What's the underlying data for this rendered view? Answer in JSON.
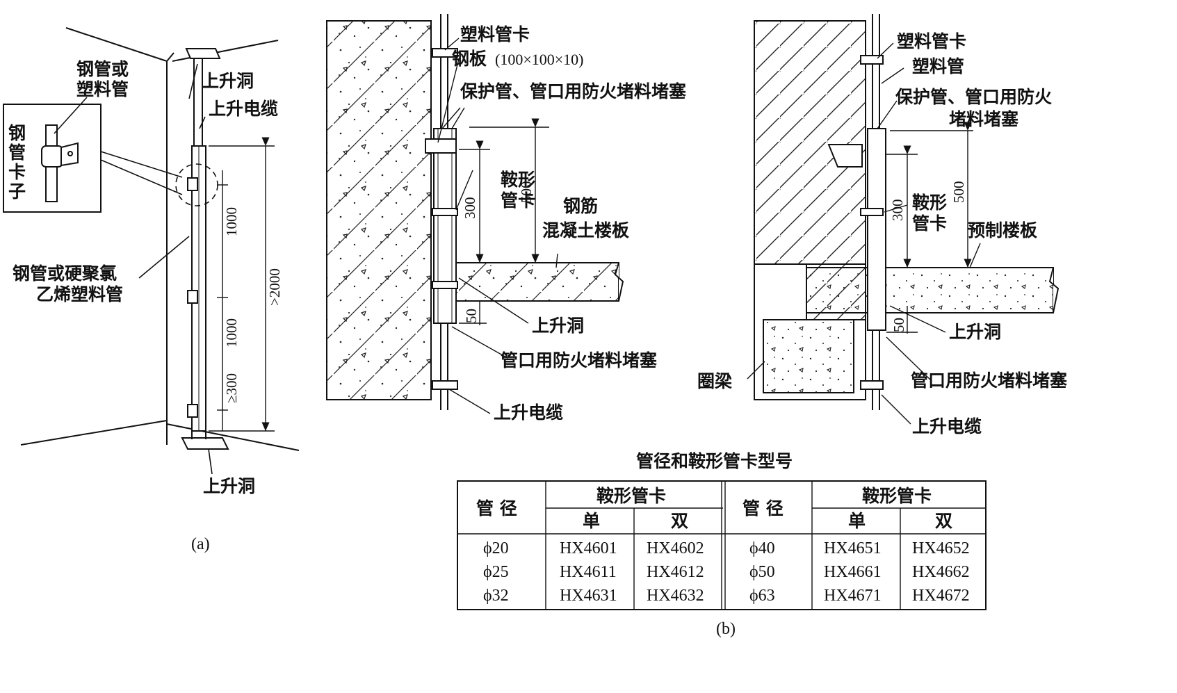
{
  "figure_a": {
    "hole_top": "上升洞",
    "cable_top": "上升电缆",
    "steel_or_plastic": "钢管或\n塑料管",
    "clamp_vertical": "钢\n管\n卡\n子",
    "pipe_label": "钢管或硬聚氯\n乙烯塑料管",
    "dim_1000_top": "1000",
    "dim_1000_bottom": "1000",
    "dim_300": "≥300",
    "dim_2000": ">2000",
    "hole_bottom": "上升洞",
    "caption": "(a)"
  },
  "figure_b1": {
    "plastic_clamp": "塑料管卡",
    "steel_plate": "钢板",
    "steel_plate_size": "(100×100×10)",
    "protect_pipe": "保护管、管口用防火堵料堵塞",
    "saddle_clamp": "鞍形\n管卡",
    "dim_300": "300",
    "dim_500": "500",
    "floor": "钢筋\n混凝土楼板",
    "dim_50": "50",
    "rise_hole": "上升洞",
    "fire_block": "管口用防火堵料堵塞",
    "rise_cable": "上升电缆"
  },
  "figure_b2": {
    "plastic_clamp": "塑料管卡",
    "plastic_pipe": "塑料管",
    "protect_pipe": "保护管、管口用防火\n堵料堵塞",
    "saddle_clamp": "鞍形\n管卡",
    "dim_300": "300",
    "dim_500": "500",
    "prefab_floor": "预制楼板",
    "dim_50": "50",
    "rise_hole": "上升洞",
    "ring_beam": "圈梁",
    "fire_block": "管口用防火堵料堵塞",
    "rise_cable": "上升电缆"
  },
  "table": {
    "title": "管径和鞍形管卡型号",
    "col_diameter": "管 径",
    "col_clamp": "鞍形管卡",
    "single": "单",
    "double": "双",
    "left_rows": [
      {
        "d": "ϕ20",
        "s": "HX4601",
        "w": "HX4602"
      },
      {
        "d": "ϕ25",
        "s": "HX4611",
        "w": "HX4612"
      },
      {
        "d": "ϕ32",
        "s": "HX4631",
        "w": "HX4632"
      }
    ],
    "right_rows": [
      {
        "d": "ϕ40",
        "s": "HX4651",
        "w": "HX4652"
      },
      {
        "d": "ϕ50",
        "s": "HX4661",
        "w": "HX4662"
      },
      {
        "d": "ϕ63",
        "s": "HX4671",
        "w": "HX4672"
      }
    ]
  },
  "caption_b": "(b)"
}
